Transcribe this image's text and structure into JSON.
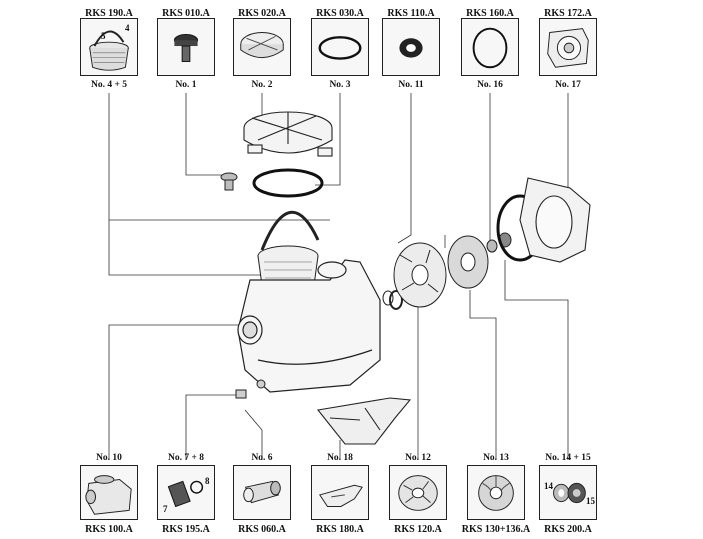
{
  "top_parts": [
    {
      "code": "RKS 190.A",
      "num": "No. 4 + 5",
      "inner_labels": [
        "4",
        "5"
      ],
      "icon": "strainer-basket-icon"
    },
    {
      "code": "RKS 010.A",
      "num": "No. 1",
      "icon": "lid-knob-icon"
    },
    {
      "code": "RKS 020.A",
      "num": "No. 2",
      "icon": "pump-lid-icon"
    },
    {
      "code": "RKS 030.A",
      "num": "No. 3",
      "icon": "o-ring-icon"
    },
    {
      "code": "RKS 110.A",
      "num": "No. 11",
      "icon": "shaft-seal-ring-icon"
    },
    {
      "code": "RKS 160.A",
      "num": "No. 16",
      "icon": "large-o-ring-icon"
    },
    {
      "code": "RKS 172.A",
      "num": "No. 17",
      "icon": "seal-plate-icon"
    }
  ],
  "bottom_parts": [
    {
      "code": "RKS 100.A",
      "num": "No. 10",
      "icon": "pump-housing-icon"
    },
    {
      "code": "RKS 195.A",
      "num": "No. 7 + 8",
      "inner_labels": [
        "7",
        "8"
      ],
      "icon": "drain-plug-icon"
    },
    {
      "code": "RKS 060.A",
      "num": "No. 6",
      "icon": "coupling-sleeve-icon"
    },
    {
      "code": "RKS 180.A",
      "num": "No. 18",
      "icon": "motor-foot-icon"
    },
    {
      "code": "RKS 120.A",
      "num": "No. 12",
      "icon": "diffuser-icon"
    },
    {
      "code": "RKS 130+136.A",
      "num": "No. 13",
      "icon": "impeller-icon"
    },
    {
      "code": "RKS 200.A",
      "num": "No. 14 + 15",
      "inner_labels": [
        "14",
        "15"
      ],
      "icon": "mechanical-seal-icon"
    }
  ]
}
